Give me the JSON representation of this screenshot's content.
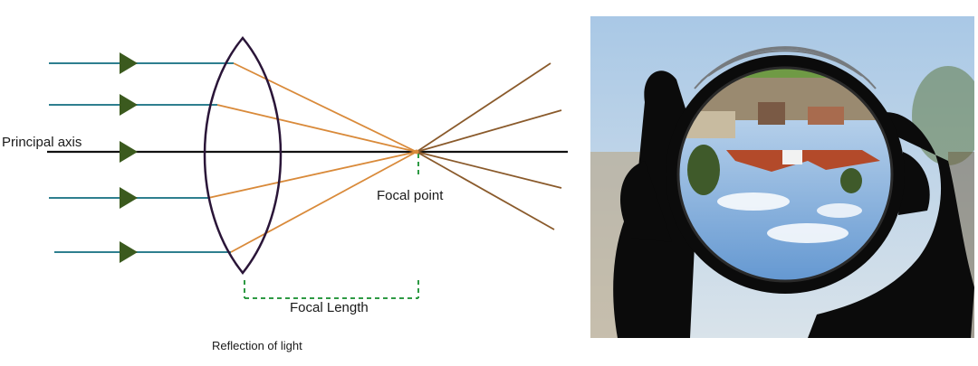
{
  "diagram": {
    "principal_axis_label": "Principal axis",
    "focal_point_label": "Focal point",
    "focal_length_label": "Focal Length",
    "caption": "Reflection of light",
    "colors": {
      "incident_ray": "#2e7f8f",
      "arrow_head": "#3b5a1e",
      "refracted_ray": "#d98a3a",
      "diverging_ray": "#8a5a2b",
      "lens_outline": "#2a1538",
      "axis": "#111111",
      "dashed_guide": "#2e9a44"
    }
  },
  "photo": {
    "subject": "hand-holding-lens-inverted-house",
    "colors": {
      "sky": "#8fb6dd",
      "silhouette": "#0b0b0b",
      "roof": "#b34a2a",
      "grass": "#6f9a45"
    }
  }
}
